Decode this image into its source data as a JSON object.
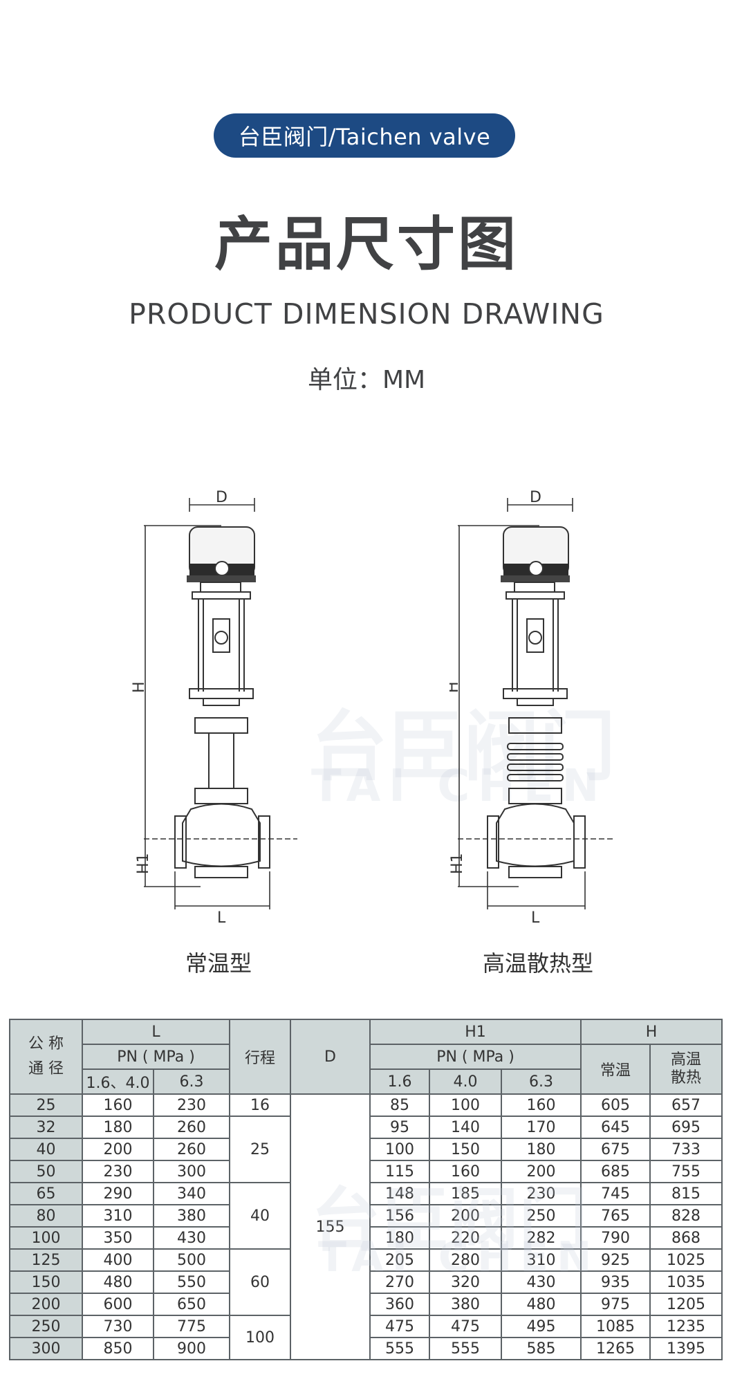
{
  "brand_badge": "台臣阀门/Taichen valve",
  "title_cn": "产品尺寸图",
  "title_en": "PRODUCT DIMENSION DRAWING",
  "unit": "单位：MM",
  "drawings": {
    "left": {
      "caption": "常温型",
      "labels": {
        "d": "D",
        "h": "H",
        "h1": "H1",
        "l": "L"
      }
    },
    "right": {
      "caption": "高温散热型",
      "labels": {
        "d": "D",
        "h": "H",
        "h1": "H1",
        "l": "L"
      }
    }
  },
  "watermark": {
    "cn": "台臣阀门",
    "en": "TAI CHEN"
  },
  "table": {
    "header": {
      "nominal": "公 称\n通 径",
      "L": "L",
      "pn_mpa": "PN ( MPa )",
      "l_pn1": "1.6、4.0",
      "l_pn2": "6.3",
      "stroke": "行程",
      "D": "D",
      "H1": "H1",
      "h1_pn1": "1.6",
      "h1_pn2": "4.0",
      "h1_pn3": "6.3",
      "H": "H",
      "h_normal": "常温",
      "h_high": "高温\n散热"
    },
    "d_value": "155",
    "rows": [
      {
        "dn": "25",
        "l1": "160",
        "l2": "230",
        "h1a": "85",
        "h1b": "100",
        "h1c": "160",
        "hn": "605",
        "hh": "657"
      },
      {
        "dn": "32",
        "l1": "180",
        "l2": "260",
        "h1a": "95",
        "h1b": "140",
        "h1c": "170",
        "hn": "645",
        "hh": "695"
      },
      {
        "dn": "40",
        "l1": "200",
        "l2": "260",
        "h1a": "100",
        "h1b": "150",
        "h1c": "180",
        "hn": "675",
        "hh": "733"
      },
      {
        "dn": "50",
        "l1": "230",
        "l2": "300",
        "h1a": "115",
        "h1b": "160",
        "h1c": "200",
        "hn": "685",
        "hh": "755"
      },
      {
        "dn": "65",
        "l1": "290",
        "l2": "340",
        "h1a": "148",
        "h1b": "185",
        "h1c": "230",
        "hn": "745",
        "hh": "815"
      },
      {
        "dn": "80",
        "l1": "310",
        "l2": "380",
        "h1a": "156",
        "h1b": "200",
        "h1c": "250",
        "hn": "765",
        "hh": "828"
      },
      {
        "dn": "100",
        "l1": "350",
        "l2": "430",
        "h1a": "180",
        "h1b": "220",
        "h1c": "282",
        "hn": "790",
        "hh": "868"
      },
      {
        "dn": "125",
        "l1": "400",
        "l2": "500",
        "h1a": "205",
        "h1b": "280",
        "h1c": "310",
        "hn": "925",
        "hh": "1025"
      },
      {
        "dn": "150",
        "l1": "480",
        "l2": "550",
        "h1a": "270",
        "h1b": "320",
        "h1c": "430",
        "hn": "935",
        "hh": "1035"
      },
      {
        "dn": "200",
        "l1": "600",
        "l2": "650",
        "h1a": "360",
        "h1b": "380",
        "h1c": "480",
        "hn": "975",
        "hh": "1205"
      },
      {
        "dn": "250",
        "l1": "730",
        "l2": "775",
        "h1a": "475",
        "h1b": "475",
        "h1c": "495",
        "hn": "1085",
        "hh": "1235"
      },
      {
        "dn": "300",
        "l1": "850",
        "l2": "900",
        "h1a": "555",
        "h1b": "555",
        "h1c": "585",
        "hn": "1265",
        "hh": "1395"
      }
    ],
    "strokes": [
      {
        "value": "16",
        "rows": 1
      },
      {
        "value": "25",
        "rows": 3
      },
      {
        "value": "40",
        "rows": 3
      },
      {
        "value": "60",
        "rows": 3
      },
      {
        "value": "100",
        "rows": 2
      }
    ]
  }
}
